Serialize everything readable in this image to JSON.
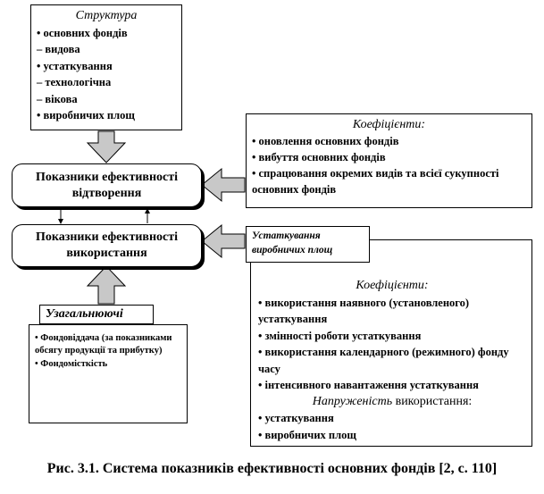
{
  "structure": {
    "title": "Структура",
    "items": [
      "• основних фондів",
      "– видова",
      "• устаткування",
      "– технологічна",
      "– вікова",
      "• виробничих площ"
    ]
  },
  "coefficients_top": {
    "title": "Коефіцієнти:",
    "items": [
      "• оновлення основних фондів",
      "• вибуття основних фондів",
      "• спрацювання окремих видів та всієї сукупності основних фондів"
    ]
  },
  "return_indicators": {
    "label": "Показники ефективності відтворення"
  },
  "usage_indicators": {
    "label": "Показники ефективності використання"
  },
  "equipment_space": {
    "label": "Устаткування виробничих площ"
  },
  "generalizing": {
    "title": "Узагальнюючі",
    "items": [
      "• Фондовіддача (за показниками обсягу продукції та прибутку)",
      "• Фондомісткість"
    ]
  },
  "coefficients_bottom": {
    "title": "Коефіцієнти:",
    "items": [
      "• використання наявного (установленого) устаткування",
      "• змінності роботи устаткування",
      "• використання календарного (режимного) фонду часу",
      "• інтенсивного навантаження устаткування"
    ],
    "intensity_title": "Напруженість",
    "intensity_suffix": "використання:",
    "intensity_items": [
      "• устаткування",
      "• виробничих площ"
    ]
  },
  "caption": "Рис. 3.1. Система показників ефективності основних фондів [2, с. 110]"
}
